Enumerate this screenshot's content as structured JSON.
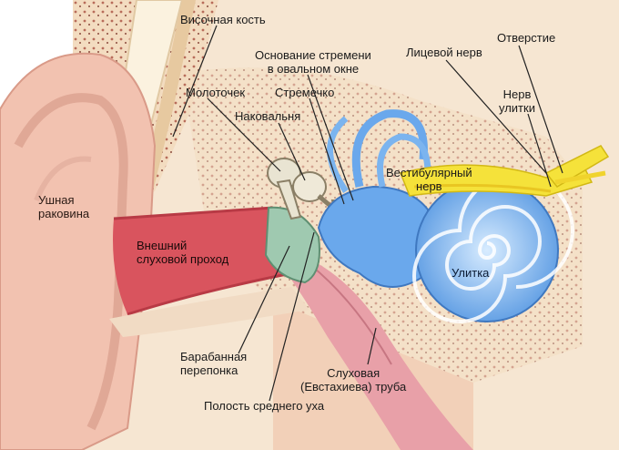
{
  "labels": {
    "temporal_bone": "Височная кость",
    "stapes_base": [
      "Основание стремени",
      "в овальном окне"
    ],
    "facial_nerve": "Лицевой нерв",
    "opening": "Отверстие",
    "malleus": "Молоточек",
    "stapes": "Стремечко",
    "cochlear_nerve": [
      "Нерв",
      "улитки"
    ],
    "incus": "Наковальня",
    "vestibular_nerve": [
      "Вестибулярный",
      "нерв"
    ],
    "auricle": [
      "Ушная",
      "раковина"
    ],
    "ear_canal": [
      "Внешний",
      "слуховой проход"
    ],
    "cochlea": "Улитка",
    "eardrum": [
      "Барабанная",
      "перепонка"
    ],
    "eustachian_tube": [
      "Слуховая",
      "(Евстахиева) труба"
    ],
    "middle_ear_cavity": "Полость среднего уха"
  },
  "colors": {
    "skin": "#f2c9b6",
    "bone": "#f6e4cc",
    "canal": "#d9565f",
    "cochlea": "#6aa8ec",
    "nerve": "#f5e23a",
    "eardrum": "#9fc9b0",
    "tube": "#e8a0a8"
  }
}
